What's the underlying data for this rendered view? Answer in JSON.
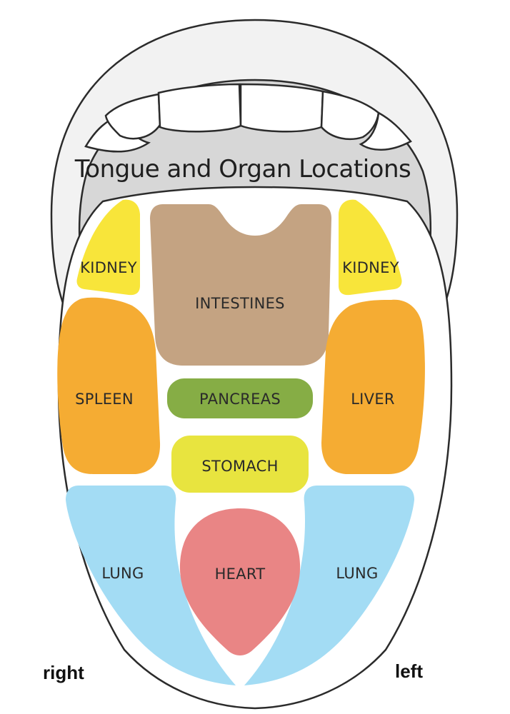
{
  "title": "Tongue and Organ Locations",
  "side_labels": {
    "right": "right",
    "left": "left"
  },
  "colors": {
    "kidney": "#f8e53a",
    "intestines": "#c4a382",
    "spleen": "#f5ac33",
    "liver": "#f5ac33",
    "pancreas": "#86ad45",
    "stomach": "#e8e43f",
    "lung": "#a3dcf4",
    "heart": "#e98585",
    "throat": "#d7d7d7",
    "lips": "#f2f2f2"
  },
  "zones": {
    "kidney_right": "KIDNEY",
    "kidney_left": "KIDNEY",
    "intestines": "INTESTINES",
    "spleen": "SPLEEN",
    "liver": "LIVER",
    "pancreas": "PANCREAS",
    "stomach": "STOMACH",
    "lung_right": "LUNG",
    "lung_left": "LUNG",
    "heart": "HEART"
  }
}
